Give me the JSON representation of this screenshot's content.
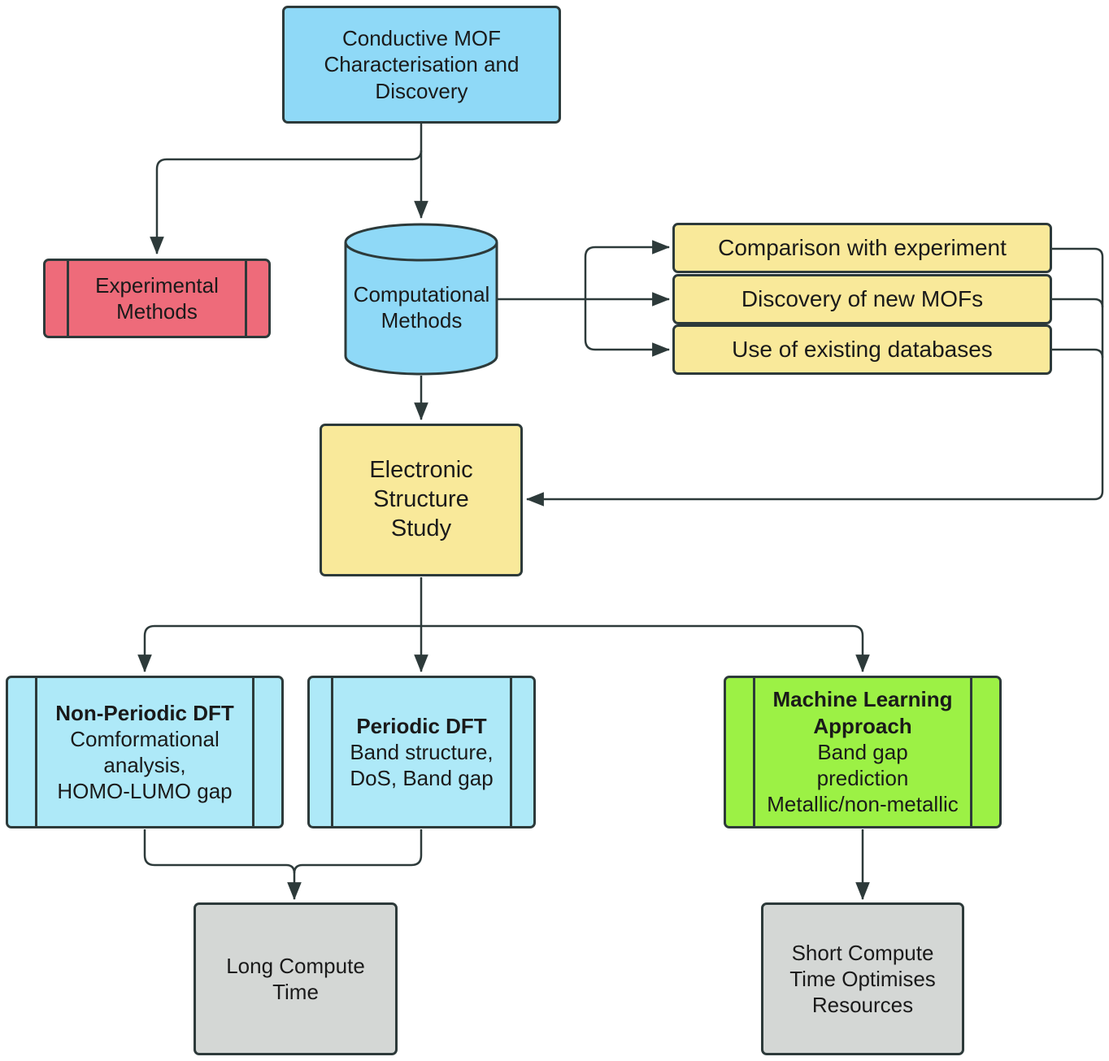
{
  "nodes": {
    "mof": [
      "Conductive MOF",
      "Characterisation and",
      "Discovery"
    ],
    "experimental": [
      "Experimental",
      "Methods"
    ],
    "computational": [
      "Computational",
      "Methods"
    ],
    "comparison": "Comparison with experiment",
    "discovery": "Discovery of new MOFs",
    "databases": "Use of existing databases",
    "electronic": [
      "Electronic",
      "Structure",
      "Study"
    ],
    "nonperiodic": {
      "title": "Non-Periodic DFT",
      "lines": [
        "Comformational",
        "analysis,",
        "HOMO-LUMO gap"
      ]
    },
    "periodic": {
      "title": "Periodic DFT",
      "lines": [
        "Band structure,",
        "DoS, Band gap"
      ]
    },
    "ml": {
      "title": [
        "Machine Learning",
        "Approach"
      ],
      "lines": [
        "Band gap",
        "prediction",
        "Metallic/non-metallic"
      ]
    },
    "long": [
      "Long Compute",
      "Time"
    ],
    "short": [
      "Short Compute",
      "Time Optimises",
      "Resources"
    ]
  },
  "colors": {
    "stroke": "#2d3a3a",
    "blue": "#8fd9f7",
    "light_blue": "#aee9f8",
    "red": "#ee6b7a",
    "yellow": "#f9e99a",
    "green": "#9cf145",
    "grey": "#d4d7d5"
  }
}
